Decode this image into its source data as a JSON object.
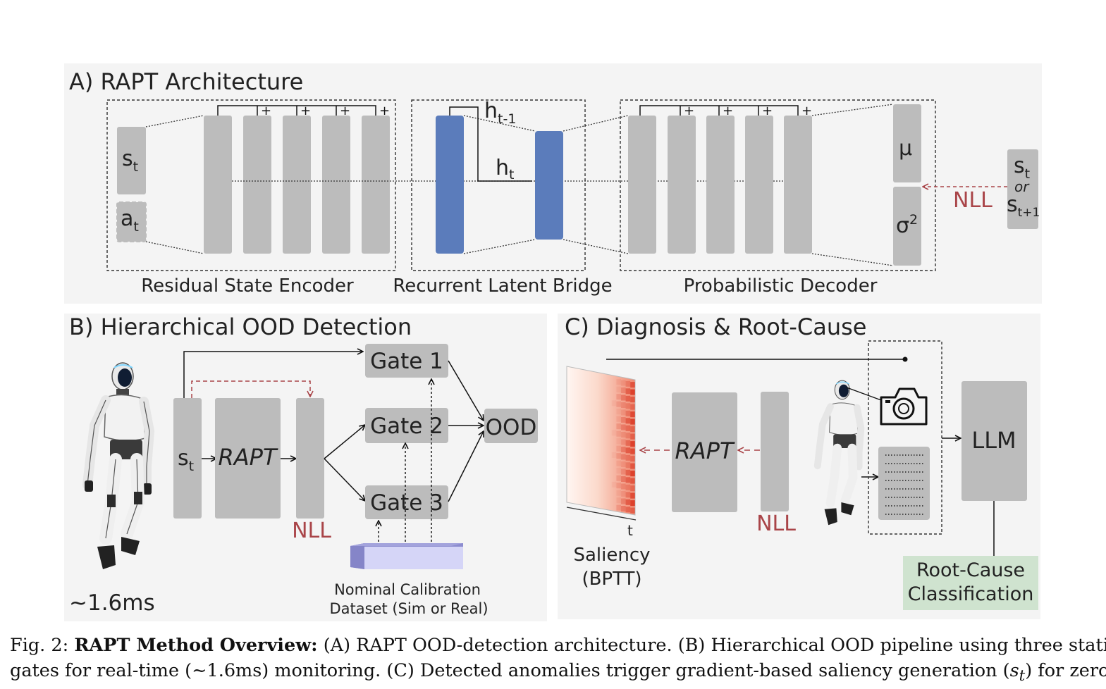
{
  "panel_a": {
    "title": "A) RAPT Architecture",
    "encoder_label": "Residual State Encoder",
    "bridge_label": "Recurrent Latent Bridge",
    "decoder_label": "Probabilistic Decoder",
    "input_state": "s",
    "input_state_sub": "t",
    "input_action": "a",
    "input_action_sub": "t",
    "hidden_prev": "h",
    "hidden_prev_sub": "t-1",
    "hidden_cur": "h",
    "hidden_cur_sub": "t",
    "plus_sign": "+",
    "mu": "μ",
    "sigma": "σ",
    "sigma_sup": "2",
    "nll": "NLL",
    "target_top": "s",
    "target_top_sub": "t",
    "target_or": "or",
    "target_bottom": "s",
    "target_bottom_sub": "t+1"
  },
  "panel_b": {
    "title": "B) Hierarchical OOD Detection",
    "state": "s",
    "state_sub": "t",
    "model": "RAPT",
    "nll": "NLL",
    "gates": [
      "Gate 1",
      "Gate 2",
      "Gate 3"
    ],
    "ood": "OOD",
    "dataset_line1": "Nominal Calibration",
    "dataset_line2": "Dataset (Sim or Real)",
    "latency": "~1.6ms"
  },
  "panel_c": {
    "title": "C) Diagnosis & Root-Cause",
    "saliency_line1": "Saliency",
    "saliency_line2": "(BPTT)",
    "time_axis": "t",
    "model": "RAPT",
    "nll": "NLL",
    "llm": "LLM",
    "rootcause_line1": "Root-Cause",
    "rootcause_line2": "Classification"
  },
  "caption": {
    "fig": "Fig. 2: ",
    "bold": "RAPT Method Overview:",
    "line1_rest": " (A) RAPT OOD-detection architecture. (B) Hierarchical OOD pipeline using three statistical",
    "line2_pre": "gates for real-time (∼1.6ms) monitoring. (C) Detected anomalies trigger gradient-based saliency generation (",
    "line2_var": "s",
    "line2_var_sub": "t",
    "line2_post": ") for zero-shot"
  },
  "colors": {
    "panel_bg": "#f4f4f4",
    "block_gray": "#bcbcbc",
    "latent_blue": "#5b7cbb",
    "nll_red": "#a94448",
    "rootcause_green": "#cfe3cf",
    "dataset_purple": "#8c8ccf"
  },
  "icons": [
    "humanoid-robot-icon",
    "camera-icon"
  ]
}
